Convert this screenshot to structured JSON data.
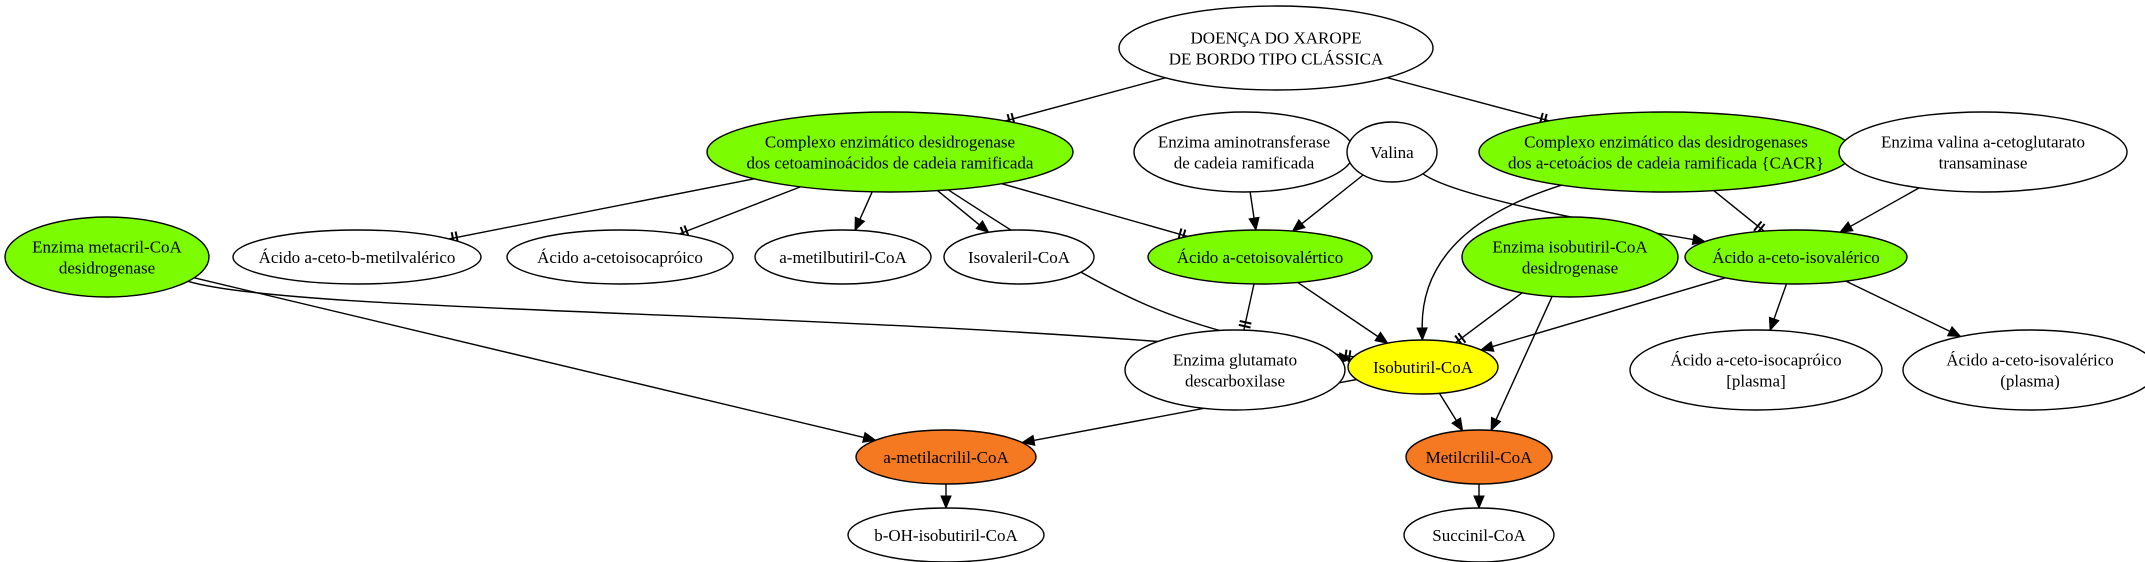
{
  "colors": {
    "green": "#7cfc00",
    "yellow": "#ffff00",
    "orange": "#f47920",
    "white": "#ffffff",
    "stroke": "#000000"
  },
  "nodes": [
    {
      "id": "doenca",
      "lines": [
        "DOENÇA DO XAROPE",
        "DE BORDO TIPO CLÁSSICA"
      ],
      "fill": "white"
    },
    {
      "id": "complexo_ceto",
      "lines": [
        "Complexo enzimático desidrogenase",
        "dos cetoaminoácidos de cadeia ramificada"
      ],
      "fill": "green"
    },
    {
      "id": "aminotransferase",
      "lines": [
        "Enzima aminotransferase",
        "de cadeia ramificada"
      ],
      "fill": "white"
    },
    {
      "id": "valina",
      "lines": [
        "Valina"
      ],
      "fill": "white"
    },
    {
      "id": "cacr",
      "lines": [
        "Complexo enzimático das desidrogenases",
        "dos a-cetoácios de cadeia ramificada {CACR}"
      ],
      "fill": "green"
    },
    {
      "id": "valina_transaminase",
      "lines": [
        "Enzima valina a-cetoglutarato",
        "transaminase"
      ],
      "fill": "white"
    },
    {
      "id": "metacril",
      "lines": [
        "Enzima metacril-CoA",
        "desidrogenase"
      ],
      "fill": "green"
    },
    {
      "id": "ceto_b_metilvalerico",
      "lines": [
        "Ácido a-ceto-b-metilvalérico"
      ],
      "fill": "white"
    },
    {
      "id": "cetoisocaproico",
      "lines": [
        "Ácido a-cetoisocapróico"
      ],
      "fill": "white"
    },
    {
      "id": "metilbutiril",
      "lines": [
        "a-metilbutiril-CoA"
      ],
      "fill": "white"
    },
    {
      "id": "isovaleril",
      "lines": [
        "Isovaleril-CoA"
      ],
      "fill": "white"
    },
    {
      "id": "cetoisovalertico",
      "lines": [
        "Ácido a-cetoisovalértico"
      ],
      "fill": "green"
    },
    {
      "id": "isobutiril_desid",
      "lines": [
        "Enzima isobutiril-CoA",
        "desidrogenase"
      ],
      "fill": "green"
    },
    {
      "id": "ceto_isovalerico",
      "lines": [
        "Ácido a-ceto-isovalérico"
      ],
      "fill": "green"
    },
    {
      "id": "glutamato",
      "lines": [
        "Enzima glutamato",
        "descarboxilase"
      ],
      "fill": "white"
    },
    {
      "id": "isobutiril",
      "lines": [
        "Isobutiril-CoA"
      ],
      "fill": "yellow"
    },
    {
      "id": "isocaproico_plasma",
      "lines": [
        "Ácido a-ceto-isocapróico",
        "[plasma]"
      ],
      "fill": "white"
    },
    {
      "id": "isovalerico_plasma",
      "lines": [
        "Ácido a-ceto-isovalérico",
        "(plasma)"
      ],
      "fill": "white"
    },
    {
      "id": "metilacrilil",
      "lines": [
        "a-metilacrilil-CoA"
      ],
      "fill": "orange"
    },
    {
      "id": "metilcrilil",
      "lines": [
        "Metilcrilil-CoA"
      ],
      "fill": "orange"
    },
    {
      "id": "b_oh",
      "lines": [
        "b-OH-isobutiril-CoA"
      ],
      "fill": "white"
    },
    {
      "id": "succinil",
      "lines": [
        "Succinil-CoA"
      ],
      "fill": "white"
    }
  ],
  "edges": [
    {
      "from": "doenca",
      "to": "complexo_ceto",
      "head": "tee"
    },
    {
      "from": "doenca",
      "to": "cacr",
      "head": "tee"
    },
    {
      "from": "complexo_ceto",
      "to": "ceto_b_metilvalerico",
      "head": "tee"
    },
    {
      "from": "complexo_ceto",
      "to": "cetoisocaproico",
      "head": "tee"
    },
    {
      "from": "complexo_ceto",
      "to": "metilbutiril",
      "head": "arrow"
    },
    {
      "from": "complexo_ceto",
      "to": "isovaleril",
      "head": "arrow"
    },
    {
      "from": "complexo_ceto",
      "to": "cetoisovalertico",
      "head": "tee"
    },
    {
      "from": "complexo_ceto",
      "to": "isobutiril",
      "head": "tee"
    },
    {
      "from": "aminotransferase",
      "to": "cetoisovalertico",
      "head": "arrow"
    },
    {
      "from": "valina",
      "to": "cetoisovalertico",
      "head": "arrow"
    },
    {
      "from": "valina",
      "to": "ceto_isovalerico",
      "head": "arrow"
    },
    {
      "from": "cacr",
      "to": "isobutiril",
      "head": "arrow"
    },
    {
      "from": "cacr",
      "to": "ceto_isovalerico",
      "head": "tee"
    },
    {
      "from": "valina_transaminase",
      "to": "ceto_isovalerico",
      "head": "arrow"
    },
    {
      "from": "metacril",
      "to": "isobutiril",
      "head": "arrow"
    },
    {
      "from": "metacril",
      "to": "metilacrilil",
      "head": "arrow"
    },
    {
      "from": "cetoisovalertico",
      "to": "isobutiril",
      "head": "arrow"
    },
    {
      "from": "cetoisovalertico",
      "to": "glutamato",
      "head": "tee"
    },
    {
      "from": "isobutiril_desid",
      "to": "isobutiril",
      "head": "tee"
    },
    {
      "from": "isobutiril_desid",
      "to": "metilcrilil",
      "head": "arrow"
    },
    {
      "from": "ceto_isovalerico",
      "to": "isobutiril",
      "head": "arrow"
    },
    {
      "from": "ceto_isovalerico",
      "to": "isocaproico_plasma",
      "head": "arrow"
    },
    {
      "from": "ceto_isovalerico",
      "to": "isovalerico_plasma",
      "head": "arrow"
    },
    {
      "from": "isobutiril",
      "to": "metilacrilil",
      "head": "arrow"
    },
    {
      "from": "isobutiril",
      "to": "metilcrilil",
      "head": "arrow"
    },
    {
      "from": "metilacrilil",
      "to": "b_oh",
      "head": "arrow"
    },
    {
      "from": "metilcrilil",
      "to": "succinil",
      "head": "arrow"
    }
  ]
}
